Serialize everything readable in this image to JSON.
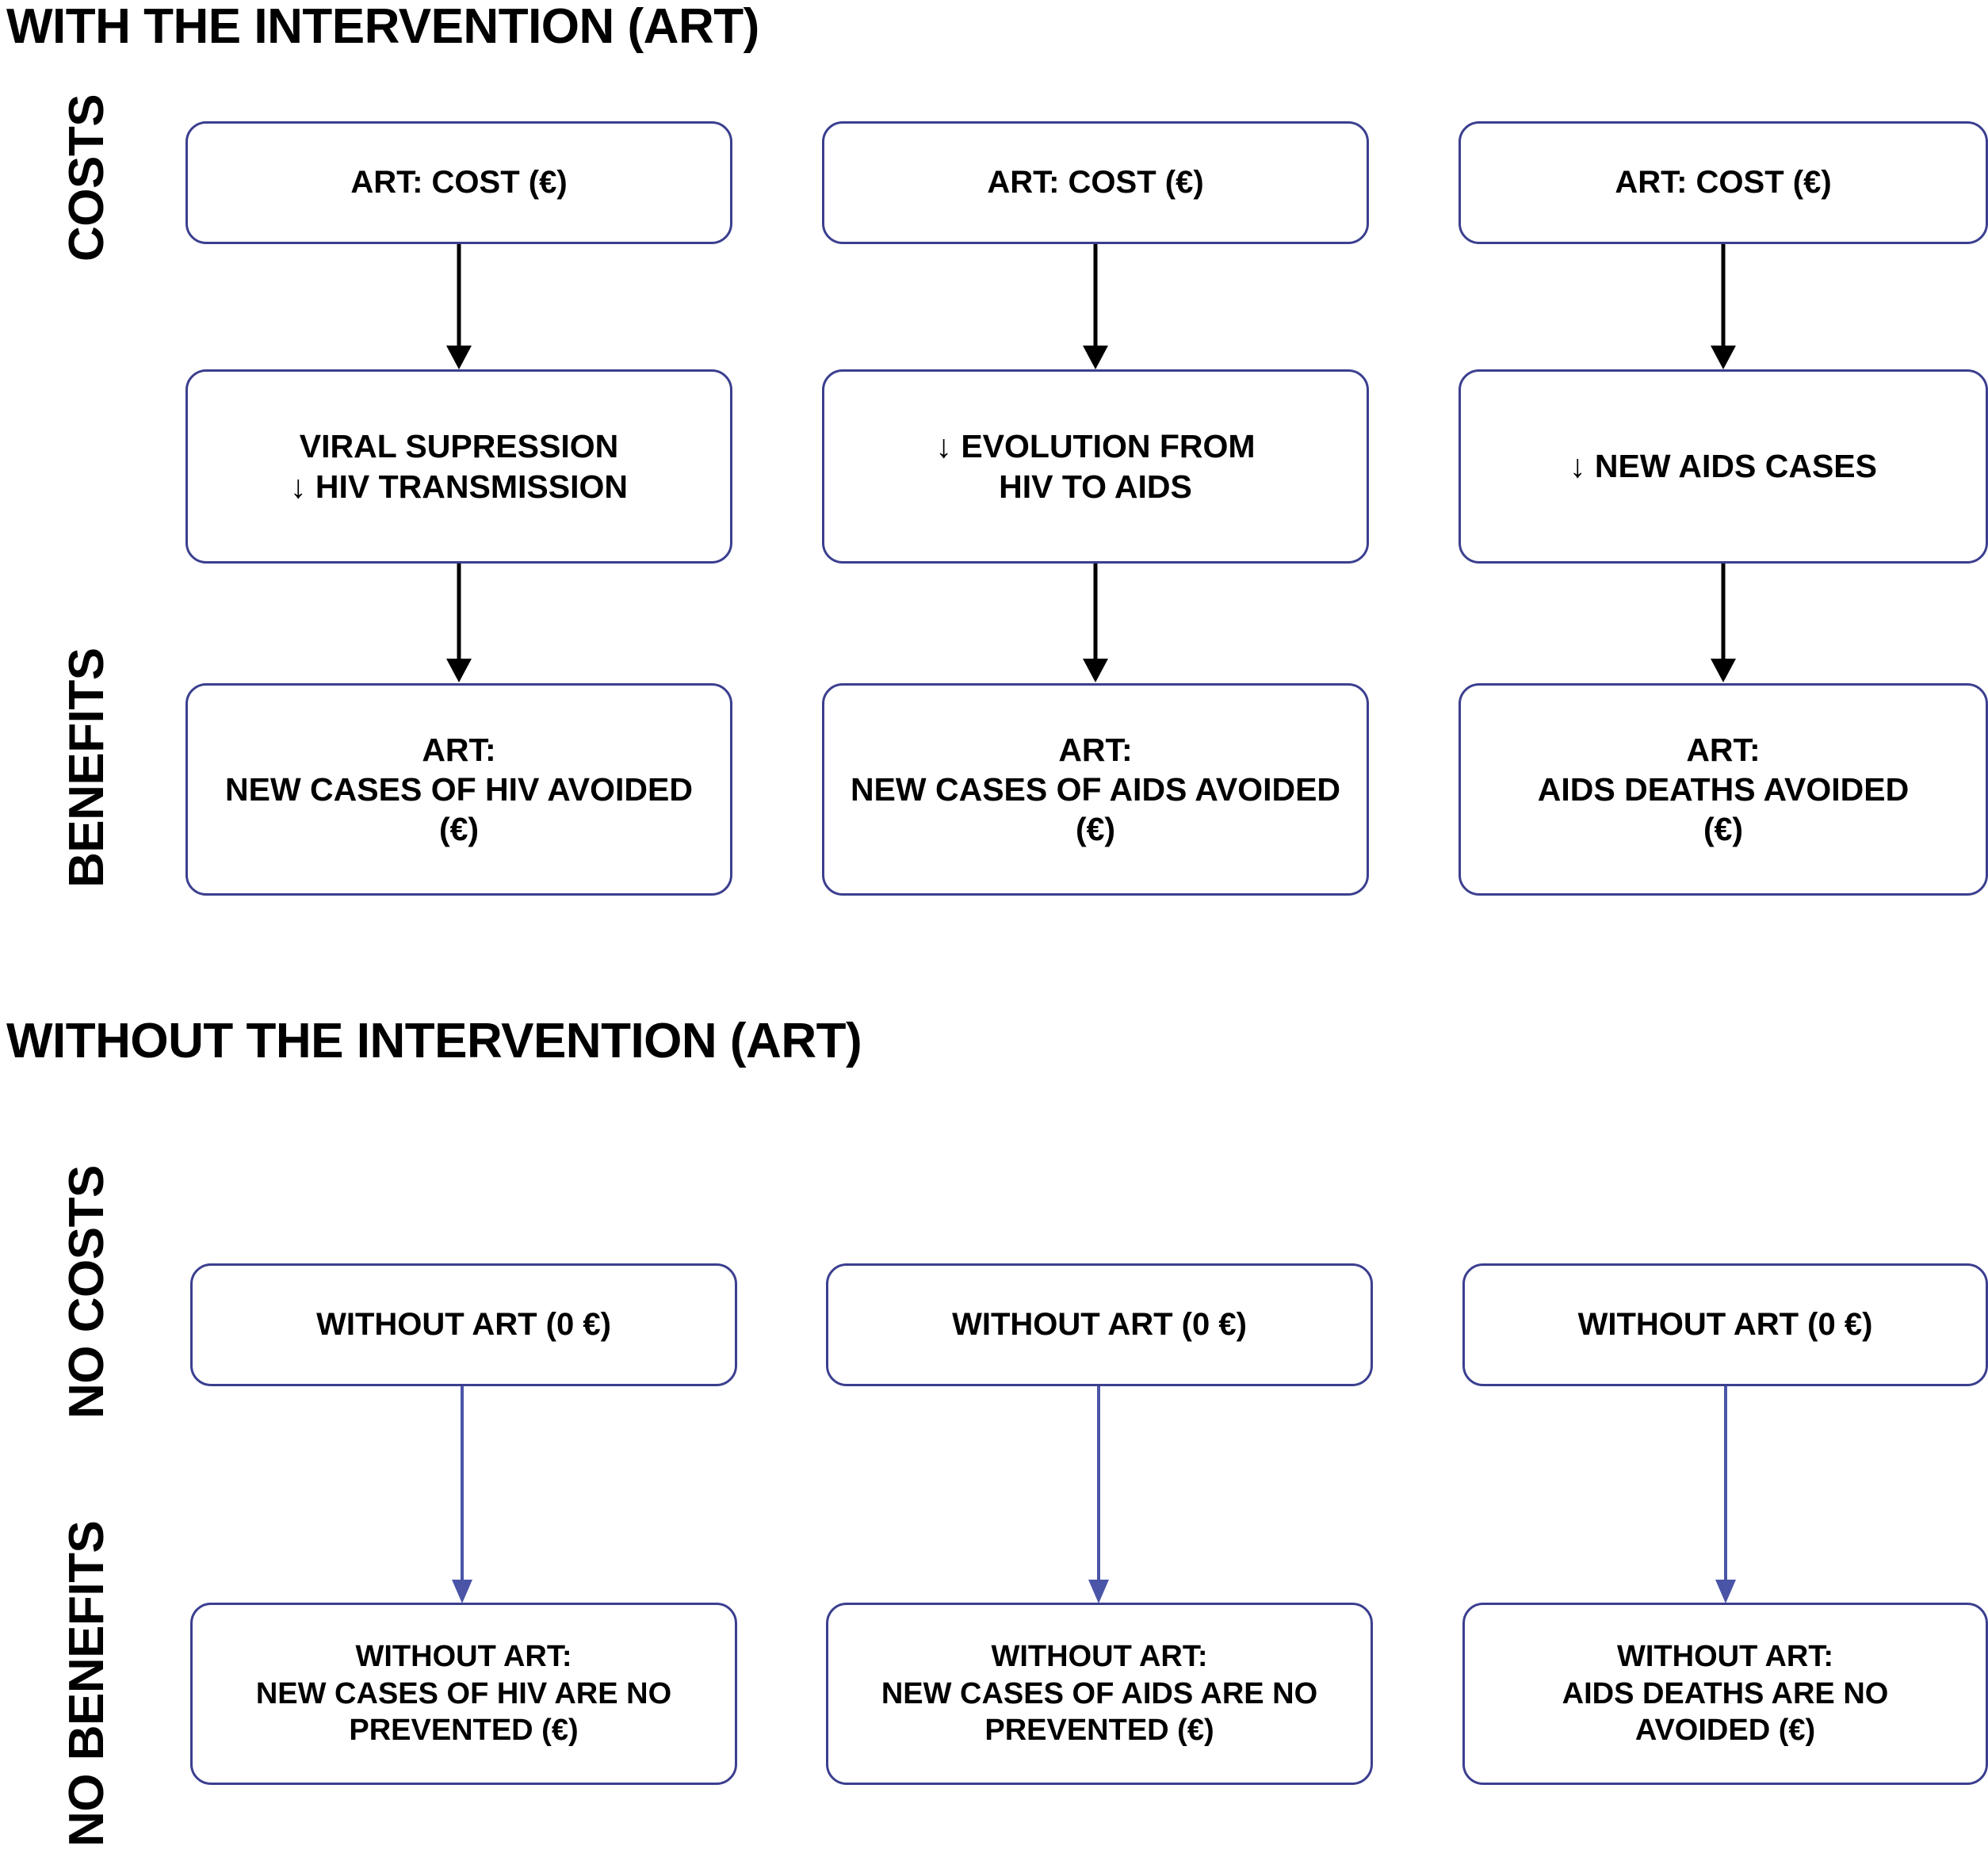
{
  "theme": {
    "box_border": "#3b3f8f",
    "arrow_top": "#000000",
    "arrow_bottom": "#4a55a8",
    "background": "#ffffff",
    "text": "#000000"
  },
  "sections": [
    {
      "id": "with-intervention",
      "title": "WITH THE INTERVENTION (ART)",
      "row_labels": [
        "COSTS",
        "BENEFITS"
      ],
      "columns": [
        {
          "cost": [
            "ART: COST (€)"
          ],
          "mechanism": [
            "VIRAL SUPRESSION",
            "↓ HIV TRANSMISSION"
          ],
          "benefit": [
            "ART:",
            "NEW CASES OF HIV AVOIDED",
            "(€)"
          ]
        },
        {
          "cost": [
            "ART: COST (€)"
          ],
          "mechanism": [
            "↓ EVOLUTION FROM",
            "HIV TO AIDS"
          ],
          "benefit": [
            "ART:",
            "NEW CASES OF AIDS AVOIDED",
            "(€)"
          ]
        },
        {
          "cost": [
            "ART: COST (€)"
          ],
          "mechanism": [
            "↓ NEW AIDS CASES"
          ],
          "benefit": [
            "ART:",
            "AIDS DEATHS AVOIDED",
            "(€)"
          ]
        }
      ]
    },
    {
      "id": "without-intervention",
      "title": "WITHOUT THE INTERVENTION (ART)",
      "row_labels": [
        "NO COSTS",
        "NO BENEFITS"
      ],
      "columns": [
        {
          "cost": [
            "WITHOUT ART (0 €)"
          ],
          "benefit": [
            "WITHOUT ART:",
            "NEW CASES OF HIV ARE NO",
            "PREVENTED (€)"
          ]
        },
        {
          "cost": [
            "WITHOUT ART (0 €)"
          ],
          "benefit": [
            "WITHOUT ART:",
            "NEW CASES OF AIDS ARE NO",
            "PREVENTED (€)"
          ]
        },
        {
          "cost": [
            "WITHOUT ART (0 €)"
          ],
          "benefit": [
            "WITHOUT ART:",
            "AIDS DEATHS ARE NO",
            "AVOIDED (€)"
          ]
        }
      ]
    }
  ],
  "top": {
    "title": "WITH THE INTERVENTION (ART)",
    "label_costs": "COSTS",
    "label_benefits": "BENEFITS",
    "c1_cost": "ART: COST (€)",
    "c2_cost": "ART: COST (€)",
    "c3_cost": "ART: COST (€)",
    "c1_mid_l1": "VIRAL SUPRESSION",
    "c1_mid_l2": "↓ HIV TRANSMISSION",
    "c2_mid_l1": "↓ EVOLUTION FROM",
    "c2_mid_l2": "HIV TO AIDS",
    "c3_mid_l1": "↓ NEW AIDS CASES",
    "c1_ben_l1": "ART:",
    "c1_ben_l2": "NEW CASES OF HIV AVOIDED",
    "c1_ben_l3": "(€)",
    "c2_ben_l1": "ART:",
    "c2_ben_l2": "NEW CASES OF AIDS AVOIDED",
    "c2_ben_l3": "(€)",
    "c3_ben_l1": "ART:",
    "c3_ben_l2": "AIDS DEATHS AVOIDED",
    "c3_ben_l3": "(€)"
  },
  "bottom": {
    "title": "WITHOUT THE INTERVENTION (ART)",
    "label_nocosts": "NO COSTS",
    "label_nobenefits": "NO BENEFITS",
    "c1_cost": "WITHOUT ART (0 €)",
    "c2_cost": "WITHOUT ART (0 €)",
    "c3_cost": "WITHOUT ART (0 €)",
    "c1_ben_l1": "WITHOUT ART:",
    "c1_ben_l2": "NEW CASES OF HIV ARE NO",
    "c1_ben_l3": "PREVENTED (€)",
    "c2_ben_l1": "WITHOUT ART:",
    "c2_ben_l2": "NEW CASES OF AIDS ARE NO",
    "c2_ben_l3": "PREVENTED (€)",
    "c3_ben_l1": "WITHOUT ART:",
    "c3_ben_l2": "AIDS DEATHS ARE NO",
    "c3_ben_l3": "AVOIDED (€)"
  }
}
